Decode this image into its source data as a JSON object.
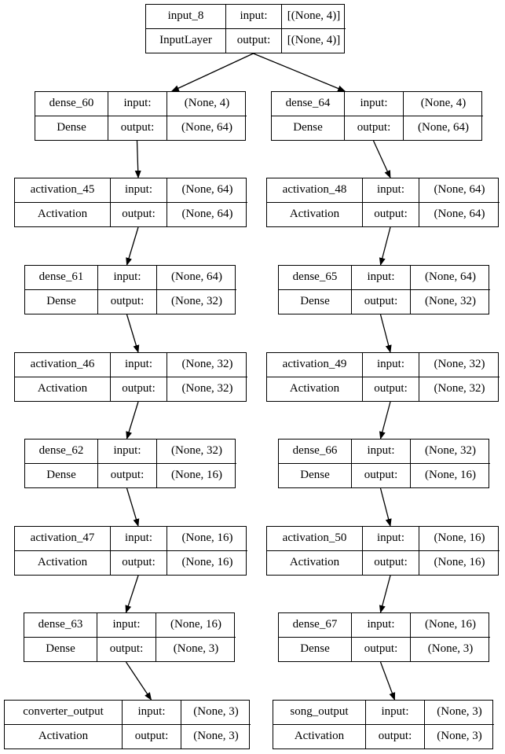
{
  "labels": {
    "input": "input:",
    "output": "output:"
  },
  "nodes": {
    "input_8": {
      "name": "input_8",
      "type": "InputLayer",
      "input": "[(None, 4)]",
      "output": "[(None, 4)]"
    },
    "dense_60": {
      "name": "dense_60",
      "type": "Dense",
      "input": "(None, 4)",
      "output": "(None, 64)"
    },
    "activation_45": {
      "name": "activation_45",
      "type": "Activation",
      "input": "(None, 64)",
      "output": "(None, 64)"
    },
    "dense_61": {
      "name": "dense_61",
      "type": "Dense",
      "input": "(None, 64)",
      "output": "(None, 32)"
    },
    "activation_46": {
      "name": "activation_46",
      "type": "Activation",
      "input": "(None, 32)",
      "output": "(None, 32)"
    },
    "dense_62": {
      "name": "dense_62",
      "type": "Dense",
      "input": "(None, 32)",
      "output": "(None, 16)"
    },
    "activation_47": {
      "name": "activation_47",
      "type": "Activation",
      "input": "(None, 16)",
      "output": "(None, 16)"
    },
    "dense_63": {
      "name": "dense_63",
      "type": "Dense",
      "input": "(None, 16)",
      "output": "(None, 3)"
    },
    "converter_output": {
      "name": "converter_output",
      "type": "Activation",
      "input": "(None, 3)",
      "output": "(None, 3)"
    },
    "dense_64": {
      "name": "dense_64",
      "type": "Dense",
      "input": "(None, 4)",
      "output": "(None, 64)"
    },
    "activation_48": {
      "name": "activation_48",
      "type": "Activation",
      "input": "(None, 64)",
      "output": "(None, 64)"
    },
    "dense_65": {
      "name": "dense_65",
      "type": "Dense",
      "input": "(None, 64)",
      "output": "(None, 32)"
    },
    "activation_49": {
      "name": "activation_49",
      "type": "Activation",
      "input": "(None, 32)",
      "output": "(None, 32)"
    },
    "dense_66": {
      "name": "dense_66",
      "type": "Dense",
      "input": "(None, 32)",
      "output": "(None, 16)"
    },
    "activation_50": {
      "name": "activation_50",
      "type": "Activation",
      "input": "(None, 16)",
      "output": "(None, 16)"
    },
    "dense_67": {
      "name": "dense_67",
      "type": "Dense",
      "input": "(None, 16)",
      "output": "(None, 3)"
    },
    "song_output": {
      "name": "song_output",
      "type": "Activation",
      "input": "(None, 3)",
      "output": "(None, 3)"
    }
  },
  "edges": [
    [
      "input_8",
      "dense_60"
    ],
    [
      "input_8",
      "dense_64"
    ],
    [
      "dense_60",
      "activation_45"
    ],
    [
      "activation_45",
      "dense_61"
    ],
    [
      "dense_61",
      "activation_46"
    ],
    [
      "activation_46",
      "dense_62"
    ],
    [
      "dense_62",
      "activation_47"
    ],
    [
      "activation_47",
      "dense_63"
    ],
    [
      "dense_63",
      "converter_output"
    ],
    [
      "dense_64",
      "activation_48"
    ],
    [
      "activation_48",
      "dense_65"
    ],
    [
      "dense_65",
      "activation_49"
    ],
    [
      "activation_49",
      "dense_66"
    ],
    [
      "dense_66",
      "activation_50"
    ],
    [
      "activation_50",
      "dense_67"
    ],
    [
      "dense_67",
      "song_output"
    ]
  ],
  "colors": {
    "stroke": "#000000",
    "background": "#ffffff"
  }
}
